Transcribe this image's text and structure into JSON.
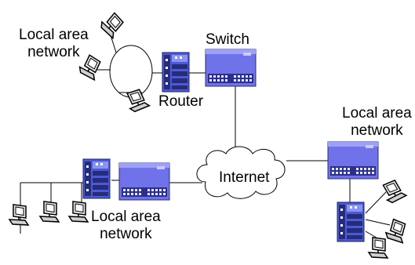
{
  "labels": {
    "lan_top_line1": "Local area",
    "lan_top_line2": "network",
    "switch": "Switch",
    "router": "Router",
    "lan_right_line1": "Local area",
    "lan_right_line2": "network",
    "internet": "Internet",
    "lan_bottom_line1": "Local area",
    "lan_bottom_line2": "network"
  },
  "colors": {
    "switch_fill": "#6f72e8",
    "switch_dark": "#3b3fb2",
    "router_fill": "#4c5ad6",
    "router_dark": "#262c7a",
    "line": "#000000",
    "computer_fill": "#e9e9e9"
  },
  "icons": [
    "switch-icon",
    "router-icon",
    "computer-icon",
    "internet-cloud-icon",
    "ring-network-icon"
  ]
}
